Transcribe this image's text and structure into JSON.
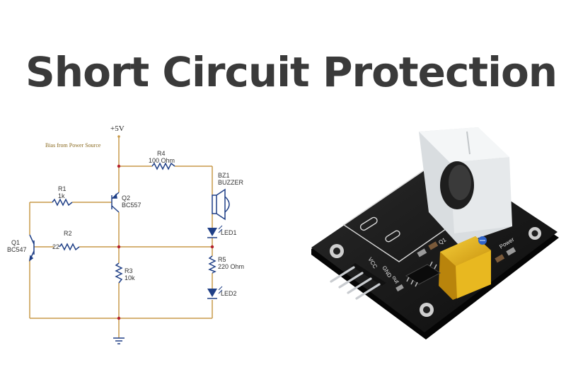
{
  "title": "Short Circuit Protection",
  "colors": {
    "wire": "#c89a4a",
    "component": "#1f3f86",
    "board": "#141414",
    "trimmer": "#e8b820",
    "sensor": "#eef0f2"
  },
  "schematic": {
    "supply_label": "+5V",
    "note": "Bias from Power Source",
    "components": {
      "r4": {
        "ref": "R4",
        "value": "100 Ohm"
      },
      "r1": {
        "ref": "R1",
        "value": "1k"
      },
      "q2": {
        "ref": "Q2",
        "value": "BC557"
      },
      "bz1": {
        "ref": "BZ1",
        "value": "BUZZER"
      },
      "led1": {
        "ref": "LED1"
      },
      "q1": {
        "ref": "Q1",
        "value": "BC547"
      },
      "r2": {
        "ref": "R2",
        "value": "22"
      },
      "r3": {
        "ref": "R3",
        "value": "10k"
      },
      "r5": {
        "ref": "R5",
        "value": "220 Ohm"
      },
      "led2": {
        "ref": "LED2"
      }
    }
  },
  "module": {
    "pcb_labels": {
      "q1": "Q1",
      "power": "Power",
      "gnd": "GND",
      "out": "out",
      "vcc": "VCC"
    }
  }
}
